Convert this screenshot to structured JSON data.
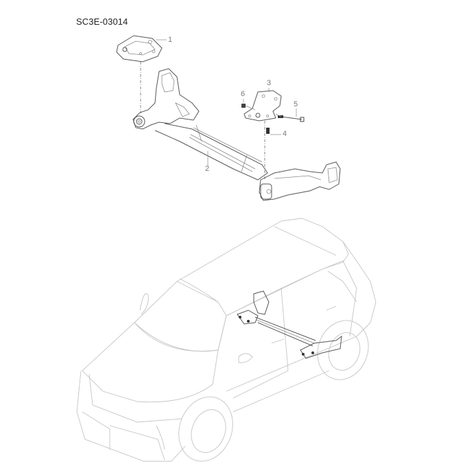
{
  "diagram": {
    "code": "SC3E-03014",
    "title_view": "Rear axle / twist beam assembly — exploded view",
    "callouts": [
      {
        "id": "1",
        "label": "1",
        "part": "upper mount bracket"
      },
      {
        "id": "2",
        "label": "2",
        "part": "rear twist beam axle"
      },
      {
        "id": "3",
        "label": "3",
        "part": "mount bracket"
      },
      {
        "id": "4",
        "label": "4",
        "part": "bolt"
      },
      {
        "id": "5",
        "label": "5",
        "part": "long bolt"
      },
      {
        "id": "6",
        "label": "6",
        "part": "nut"
      }
    ],
    "location_view": "vehicle outline showing axle location"
  },
  "colors": {
    "background": "#ffffff",
    "part_line": "#555555",
    "car_line": "#c4c4c4",
    "callout_text": "#7a7a7a"
  }
}
